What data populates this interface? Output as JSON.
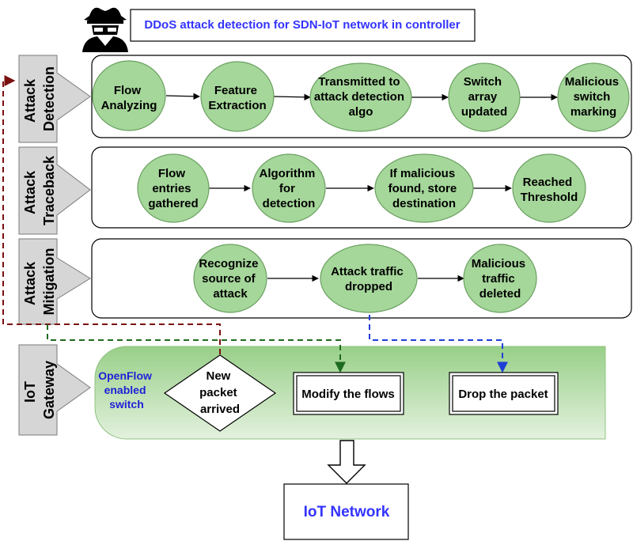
{
  "title": "DDoS attack detection for SDN-IoT network in controller",
  "icon": "spy-icon",
  "colors": {
    "title_text": "#3333ff",
    "node_fill": "#a5d69a",
    "node_stroke": "#6aa060",
    "gateway_fill": "#9fd390",
    "label_fill": "#d6d6d6",
    "arrow_red": "#7a1010",
    "arrow_green": "#1f6b1f",
    "arrow_blue": "#1f3fd6",
    "openflow_text": "#1f1fd6"
  },
  "stages": [
    {
      "label": [
        "Attack",
        "Detection"
      ],
      "nodes": [
        {
          "lines": [
            "Flow",
            "Analyzing"
          ]
        },
        {
          "lines": [
            "Feature",
            "Extraction"
          ]
        },
        {
          "lines": [
            "Transmitted to",
            "attack detection",
            "algo"
          ]
        },
        {
          "lines": [
            "Switch",
            "array",
            "updated"
          ]
        },
        {
          "lines": [
            "Malicious",
            "switch",
            "marking"
          ]
        }
      ]
    },
    {
      "label": [
        "Attack",
        "Traceback"
      ],
      "nodes": [
        {
          "lines": [
            "Flow",
            "entries",
            "gathered"
          ]
        },
        {
          "lines": [
            "Algorithm",
            "for",
            "detection"
          ]
        },
        {
          "lines": [
            "If malicious",
            "found, store",
            "destination"
          ]
        },
        {
          "lines": [
            "Reached",
            "Threshold"
          ]
        }
      ]
    },
    {
      "label": [
        "Attack",
        "Mitigation"
      ],
      "nodes": [
        {
          "lines": [
            "Recognize",
            "source of",
            "attack"
          ]
        },
        {
          "lines": [
            "Attack traffic",
            "dropped"
          ]
        },
        {
          "lines": [
            "Malicious",
            "traffic",
            "deleted"
          ]
        }
      ]
    }
  ],
  "gateway": {
    "label": [
      "IoT",
      "Gateway"
    ],
    "openflow": [
      "OpenFlow",
      "enabled",
      "switch"
    ],
    "decision": [
      "New",
      "packet",
      "arrived"
    ],
    "modify": "Modify the flows",
    "drop": "Drop the packet"
  },
  "network": "IoT Network"
}
